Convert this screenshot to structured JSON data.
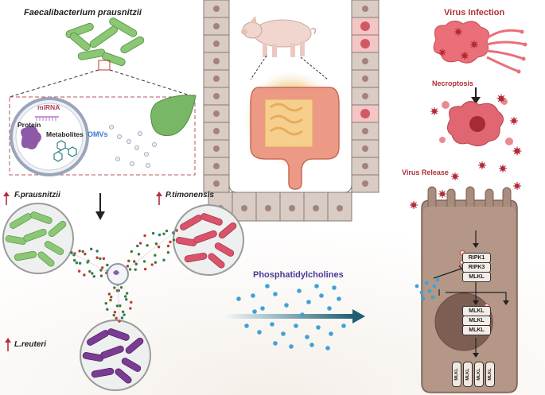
{
  "labels": {
    "bacterium_title": "Faecalibacterium prausnitzii",
    "mirna": "miRNA",
    "protein": "Protein",
    "metabolites": "Metabolites",
    "omvs": "OMVs",
    "fp": "F.prausnitzii",
    "pt": "P.timonensis",
    "lr": "L.reuteri",
    "phosphatidylcholines": "Phosphatidylcholines",
    "virus_infection": "Virus Infection",
    "necroptosis": "Necroptosis",
    "virus_release": "Virus Release",
    "ripk1": "RIPK1",
    "ripk3": "RIPK3",
    "mlkl": "MLKL"
  },
  "colors": {
    "green_bacteria": "#8cc776",
    "pink_bacteria": "#d9536a",
    "purple_bacteria": "#7b3c93",
    "virus_red": "#b22a35",
    "phospholipid_blue": "#3fa2d6",
    "cell_brown": "#a08373",
    "arrow_teal": "#1f5f73"
  },
  "icons": [
    "pig-icon",
    "intestine-icon",
    "virus-icon",
    "arrow-up-icon"
  ]
}
